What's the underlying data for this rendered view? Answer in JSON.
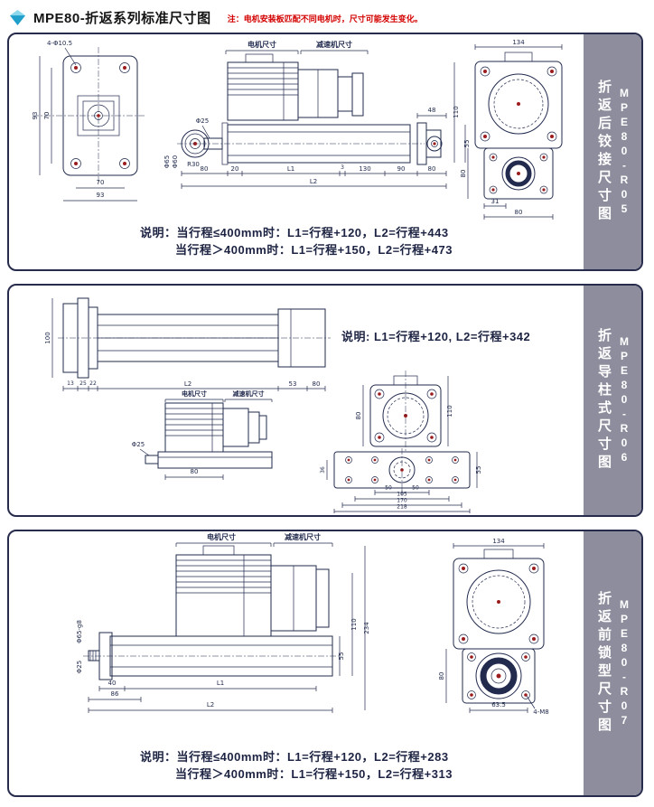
{
  "header": {
    "title": "MPE80-折返系列标准尺寸图",
    "note": "注：电机安装板匹配不同电机时，尺寸可能发生变化。"
  },
  "panels": [
    {
      "side_label": "折返后铰接尺寸图",
      "model": "MPE80-R05",
      "notes": [
        "说明：当行程≤400mm时：L1=行程+120，L2=行程+443",
        "当行程＞400mm时：L1=行程+150，L2=行程+473"
      ],
      "labels": {
        "hole_callout": "4-Φ10.5",
        "plate_left_outer": "93",
        "plate_left_inner": "70",
        "plate_bottom_inner": "70",
        "plate_bottom_outer": "93",
        "motor_bracket": "电机尺寸",
        "gearbox_bracket": "减速机尺寸",
        "rod_dia": "Φ25",
        "eye_dia_inner": "Φ60",
        "eye_dia_outer": "Φ65",
        "eye_radius": "R30",
        "dim_80_left": "80",
        "dim_20": "20",
        "dim_l1": "L1",
        "dim_3": "3",
        "dim_130": "130",
        "dim_90": "90",
        "dim_80_right": "80",
        "dim_l2": "L2",
        "dim_110": "110",
        "dim_55": "55",
        "dim_48": "48",
        "end_width": "134",
        "end_80_left": "80",
        "end_31": "31",
        "end_80_bottom": "80"
      }
    },
    {
      "side_label": "折返导柱式尺寸图",
      "model": "MPE80-R06",
      "notes": [
        "说明: L1=行程+120, L2=行程+342"
      ],
      "labels": {
        "side_height": "100",
        "side_13": "13",
        "side_25": "25",
        "side_22": "22",
        "side_l2": "L2",
        "side_53": "53",
        "side_80": "80",
        "motor_bracket": "电机尺寸",
        "gearbox_bracket": "减速机尺寸",
        "rod_dia": "Φ25",
        "motor_width": "80",
        "front_80": "80",
        "front_110": "110",
        "plate_36": "36",
        "plate_50a": "50",
        "plate_50b": "50",
        "plate_105": "105",
        "plate_170": "170",
        "plate_218": "218",
        "plate_55": "55"
      }
    },
    {
      "side_label": "折返前锁型尺寸图",
      "model": "MPE80-R07",
      "notes": [
        "说明：当行程≤400mm时：L1=行程+120，L2=行程+283",
        "当行程＞400mm时：L1=行程+150，L2=行程+313"
      ],
      "labels": {
        "motor_bracket": "电机尺寸",
        "gearbox_bracket": "减速机尺寸",
        "shaft_callout": "Φ65-g8",
        "rod_dia": "Φ25",
        "dim_40": "40",
        "dim_86": "86",
        "dim_l1": "L1",
        "dim_l2": "L2",
        "dim_55": "55",
        "dim_110": "110",
        "dim_234": "234",
        "end_width": "134",
        "end_80": "80",
        "end_63_5": "63.5",
        "end_4m8": "4-M8"
      }
    }
  ]
}
